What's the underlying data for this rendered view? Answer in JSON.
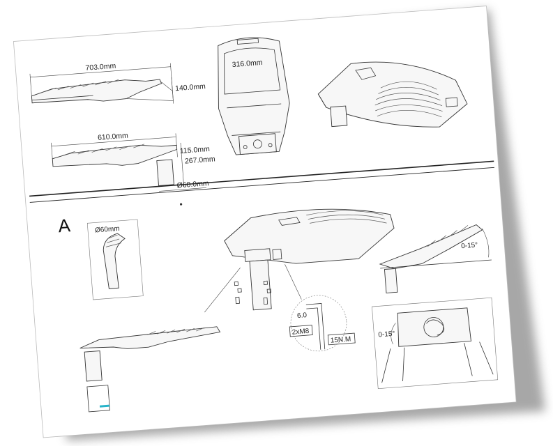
{
  "colors": {
    "sheet": "#ffffff",
    "line": "#333333",
    "shadow": "#8a8a8a",
    "accent": "#27b3c9"
  },
  "top": {
    "side_view_long": {
      "length": "703.0mm",
      "height": "140.0mm"
    },
    "side_view_short": {
      "length": "610.0mm",
      "height": "115.0mm",
      "total": "267.0mm",
      "diameter": "Ø60.0mm"
    },
    "front_view": {
      "width": "316.0mm"
    }
  },
  "install": {
    "section_label": "A",
    "pole_diameter": "Ø60mm",
    "wrench": {
      "size": "6.0",
      "bolts": "2xM8",
      "torque": "15N.M"
    },
    "tilt_side": "0-15°",
    "tilt_detail": "0-15°"
  }
}
